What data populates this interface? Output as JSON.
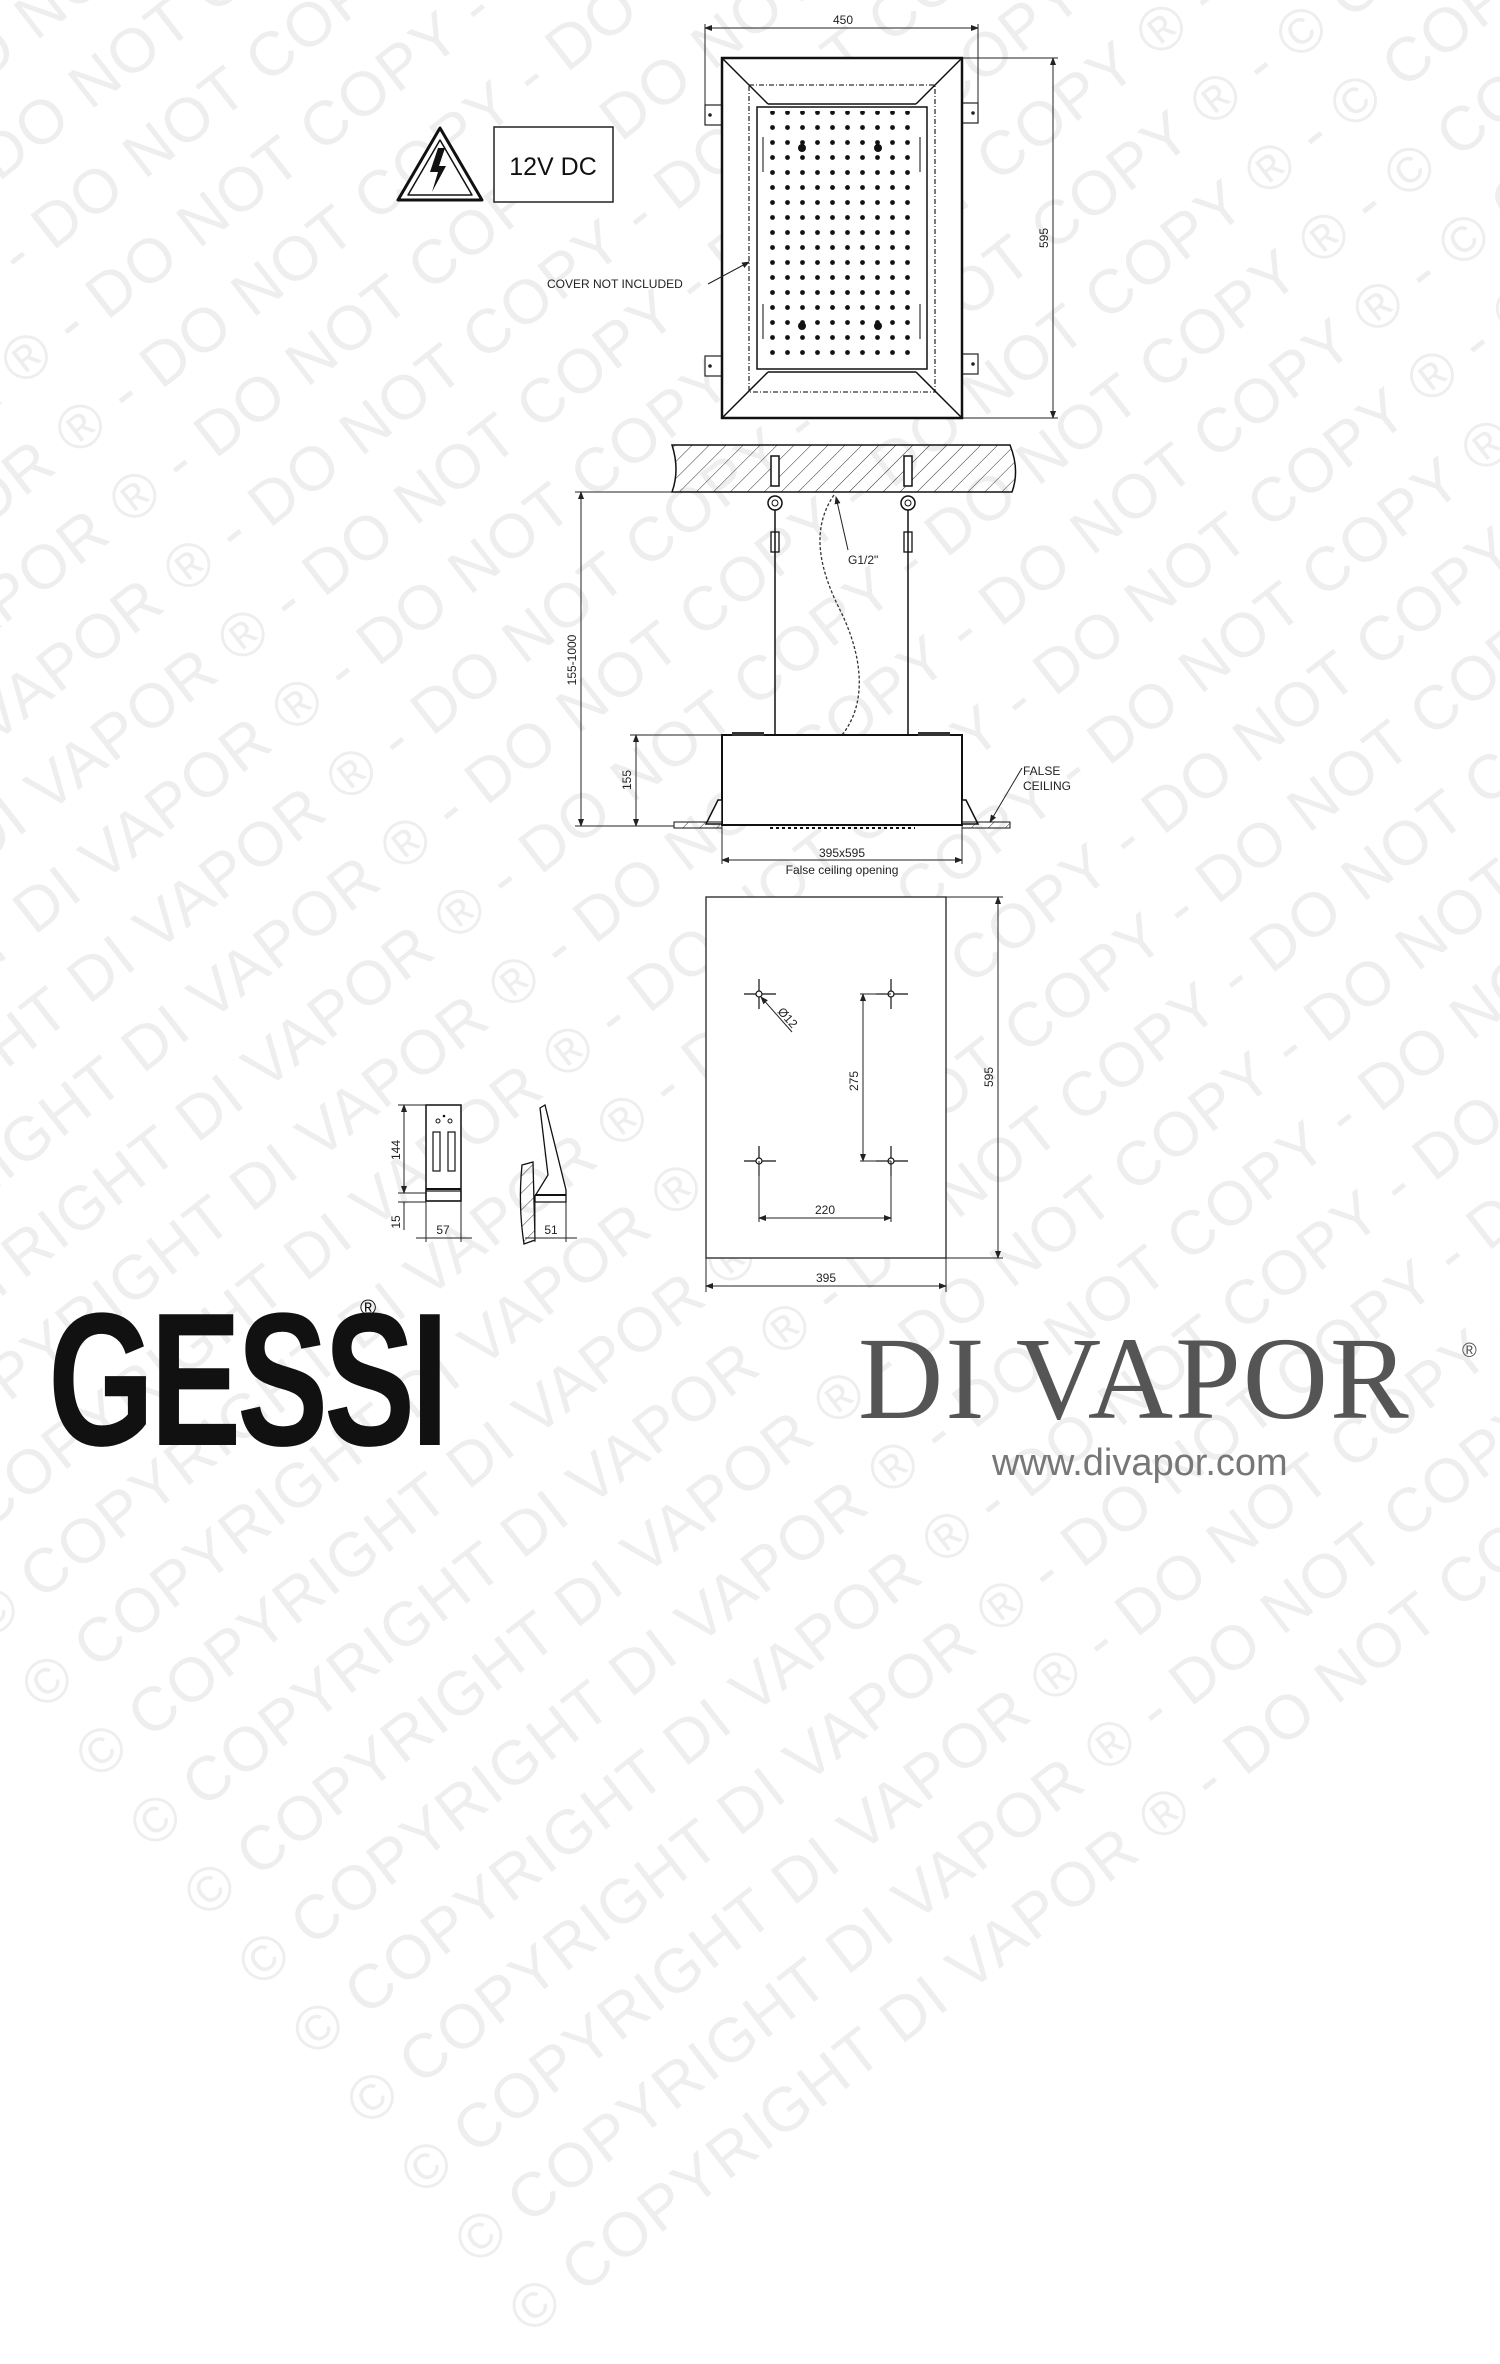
{
  "watermark": {
    "text": "© COPYRIGHT DI VAPOR ® - DO NOT COPY - DO NOT COPY ® - © COPYRIGHT DI VAPOR ® - DO NOT COPY"
  },
  "top_view": {
    "width_dim": "450",
    "height_dim": "595",
    "note": "COVER NOT INCLUDED",
    "voltage_label": "12V DC",
    "warning_icon": "high-voltage-warning-icon"
  },
  "side_view": {
    "drop_dim": "155-1000",
    "body_height_dim": "155",
    "inlet_label": "G1/2\"",
    "false_ceiling_label_line1": "FALSE",
    "false_ceiling_label_line2": "CEILING",
    "opening_dim": "395x595",
    "opening_label": "False ceiling opening"
  },
  "template_view": {
    "width_dim": "395",
    "height_dim": "595",
    "hole_spacing_vertical": "275",
    "hole_spacing_horizontal": "220",
    "hole_diameter": "Ø12"
  },
  "bracket_view": {
    "height_dim": "144",
    "base_dim": "15",
    "width_dim": "57",
    "depth_dim": "51"
  },
  "branding": {
    "gessi_logo": "GESSI",
    "gessi_reg": "®",
    "divapor_logo": "DI VAPOR",
    "divapor_reg": "®",
    "divapor_url": "www.divapor.com"
  }
}
